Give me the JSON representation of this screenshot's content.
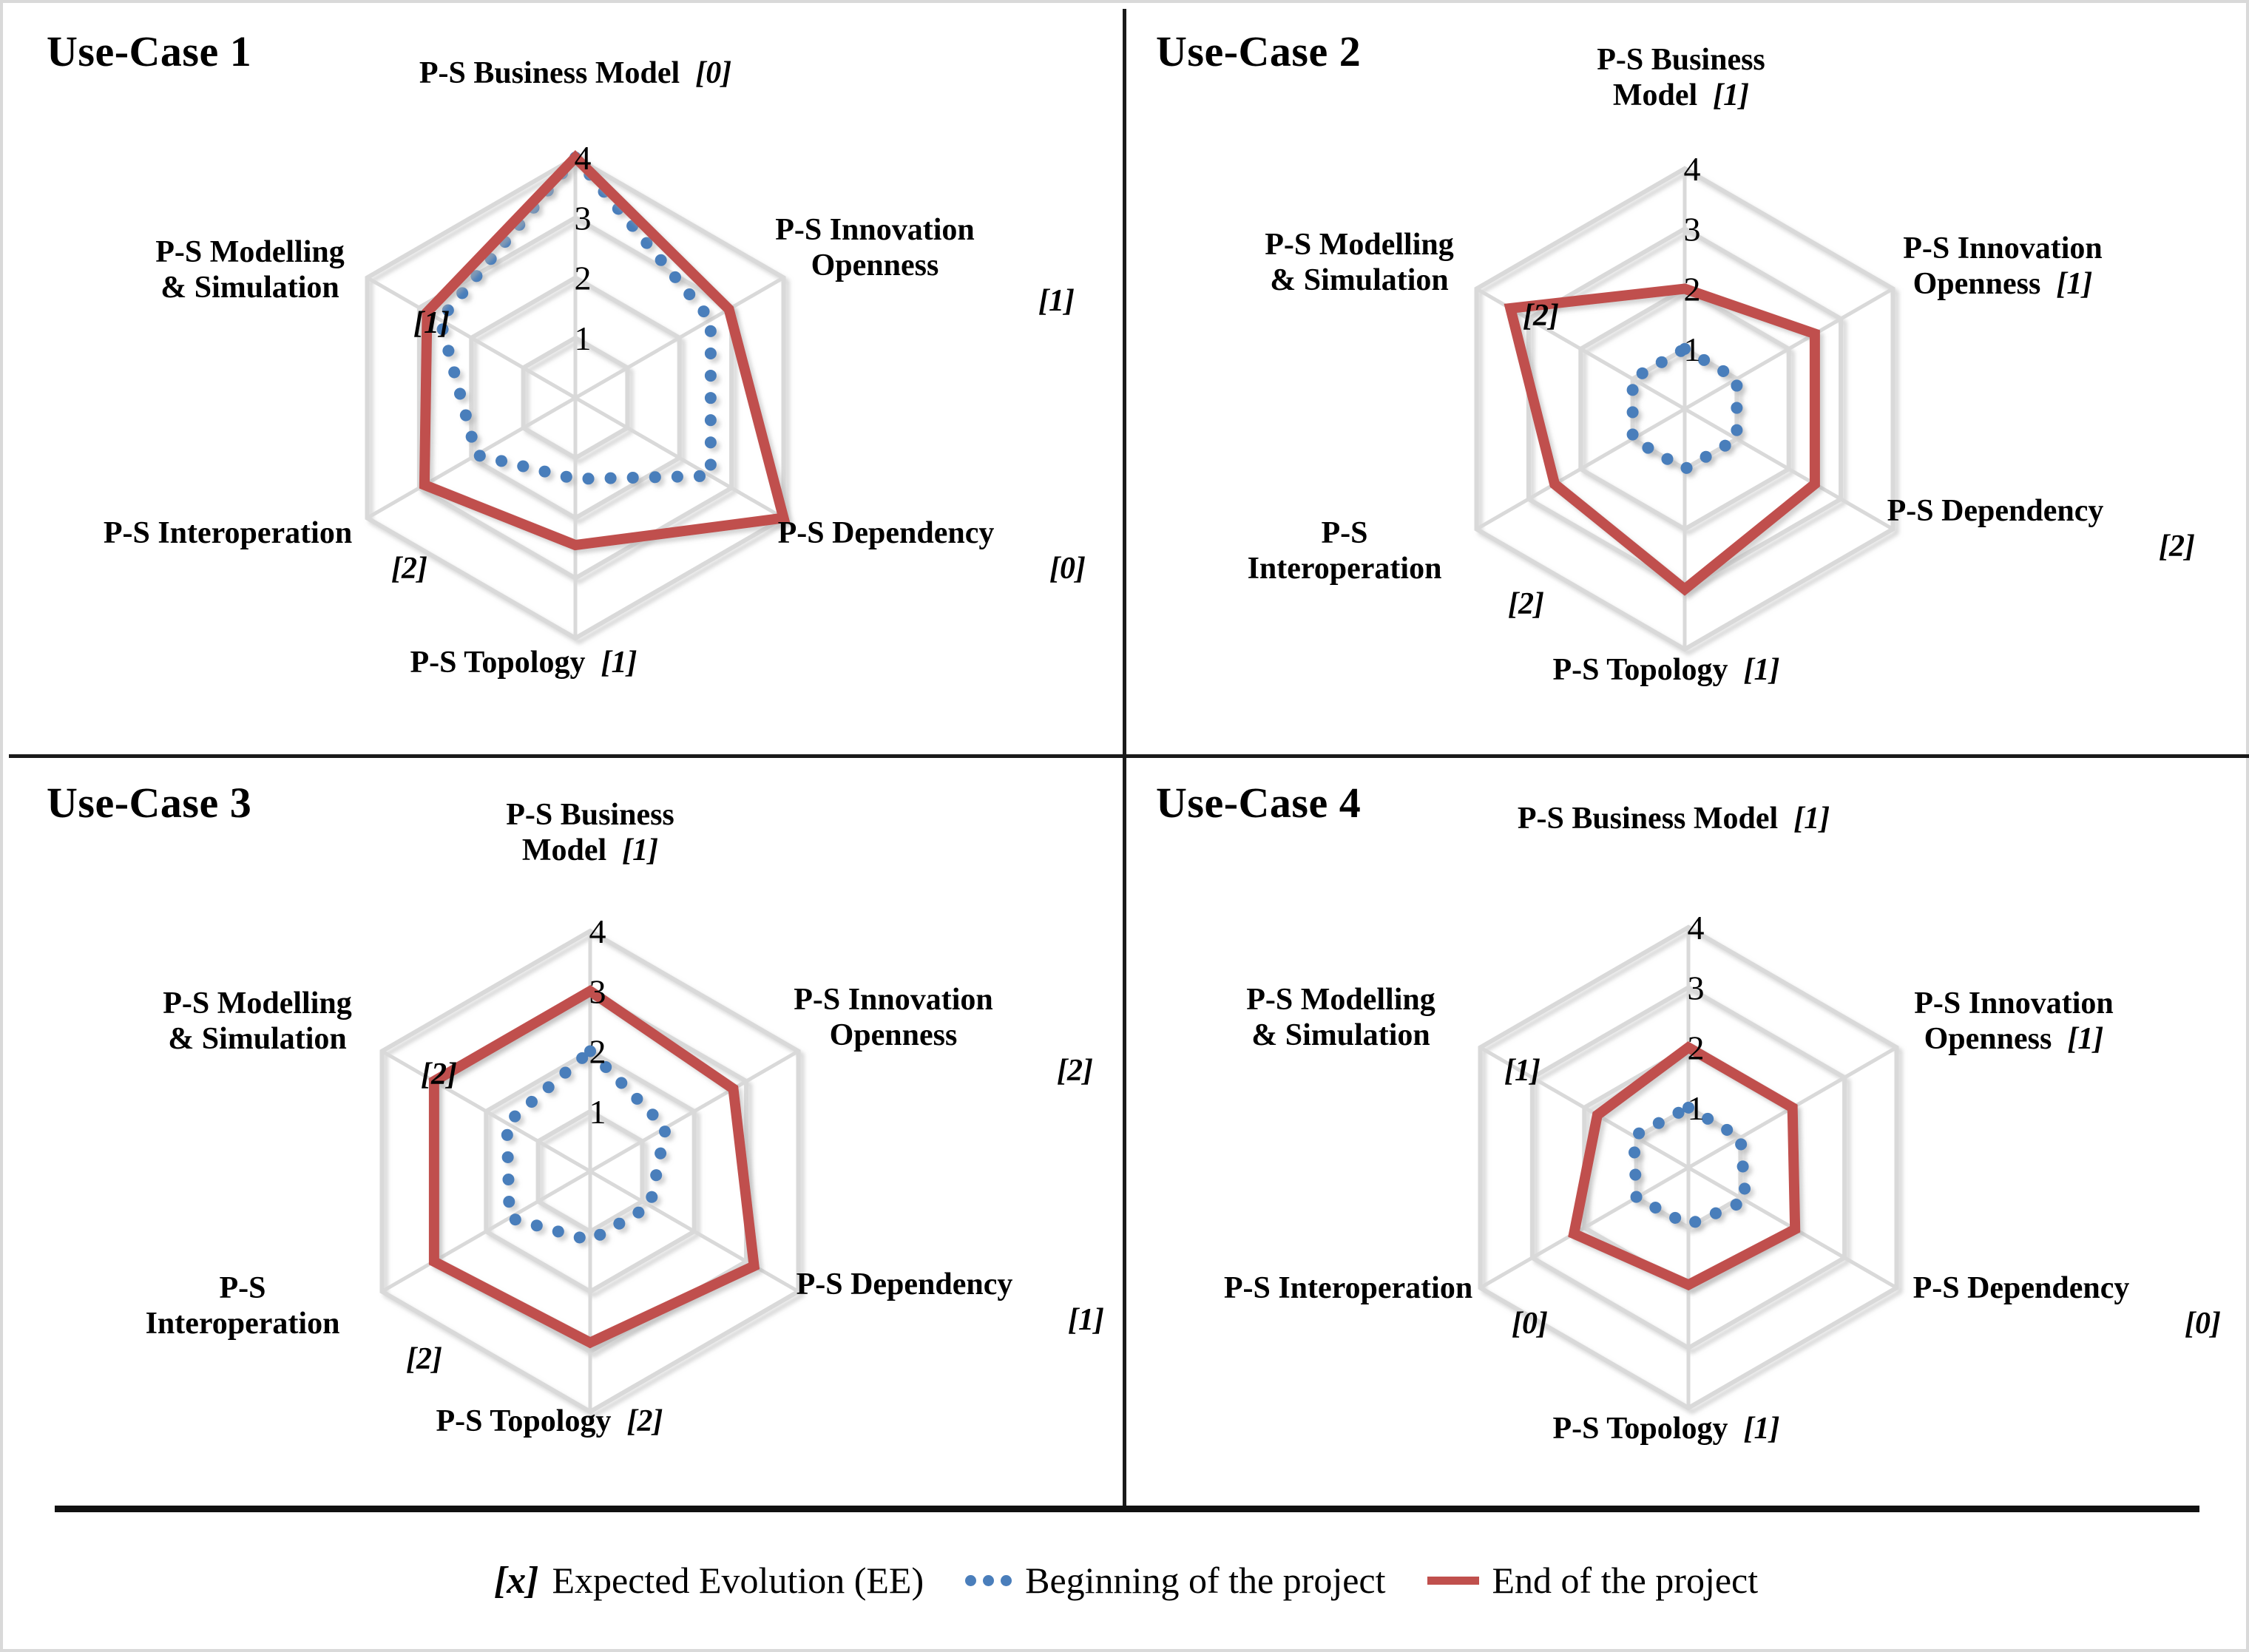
{
  "figure": {
    "axes": [
      "P-S Business Model",
      "P-S Innovation Openness",
      "P-S Dependency",
      "P-S Topology",
      "P-S Interoperation",
      "P-S Modelling\n& Simulation"
    ],
    "tick_labels": [
      "1",
      "2",
      "3",
      "4"
    ],
    "colors": {
      "end_of_project": "#c0504d",
      "beginning_of_project": "#4a7ebb",
      "grid": "#d9d9d9",
      "separator": "#1a1a1a"
    }
  },
  "legend": {
    "ee_marker": "[x]",
    "ee_label": "Expected Evolution (EE)",
    "begin_label": "Beginning of the project",
    "end_label": "End of the project"
  },
  "panels": [
    {
      "title": "Use-Case 1",
      "ee": [
        "[0]",
        "[1]",
        "[0]",
        "[1]",
        "[2]",
        "[1]"
      ],
      "labels": [
        "P-S Business Model",
        "P-S Innovation\nOpenness",
        "P-S Dependency",
        "P-S Topology",
        "P-S Interoperation",
        "P-S Modelling\n& Simulation"
      ]
    },
    {
      "title": "Use-Case 2",
      "ee": [
        "[1]",
        "[1]",
        "[2]",
        "[1]",
        "[2]",
        "[2]"
      ],
      "labels": [
        "P-S Business\nModel",
        "P-S Innovation\nOpenness",
        "P-S Dependency",
        "P-S Topology",
        "P-S\nInteroperation",
        "P-S Modelling\n& Simulation"
      ]
    },
    {
      "title": "Use-Case 3",
      "ee": [
        "[1]",
        "[2]",
        "[1]",
        "[2]",
        "[2]",
        "[2]"
      ],
      "labels": [
        "P-S Business\nModel",
        "P-S Innovation\nOpenness",
        "P-S Dependency",
        "P-S Topology",
        "P-S\nInteroperation",
        "P-S Modelling\n& Simulation"
      ]
    },
    {
      "title": "Use-Case 4",
      "ee": [
        "[1]",
        "[1]",
        "[0]",
        "[1]",
        "[0]",
        "[1]"
      ],
      "labels": [
        "P-S Business Model",
        "P-S Innovation\nOpenness",
        "P-S Dependency",
        "P-S Topology",
        "P-S Interoperation",
        "P-S Modelling\n& Simulation"
      ]
    }
  ],
  "chart_data": [
    {
      "type": "radar",
      "title": "Use-Case 1",
      "categories": [
        "P-S Business Model",
        "P-S Innovation Openness",
        "P-S Dependency",
        "P-S Topology",
        "P-S Interoperation",
        "P-S Modelling & Simulation"
      ],
      "rlim": [
        0,
        4
      ],
      "rticks": [
        1,
        2,
        3,
        4
      ],
      "grid": true,
      "legend_position": "bottom",
      "series": [
        {
          "name": "Beginning of the project",
          "values": [
            4,
            2.6,
            2.6,
            1.35,
            1.9,
            2.6
          ]
        },
        {
          "name": "End of the project",
          "values": [
            4,
            2.95,
            4,
            2.45,
            2.9,
            2.85
          ]
        }
      ],
      "expected_evolution": [
        0,
        1,
        0,
        1,
        2,
        1
      ]
    },
    {
      "type": "radar",
      "title": "Use-Case 2",
      "categories": [
        "P-S Business Model",
        "P-S Innovation Openness",
        "P-S Dependency",
        "P-S Topology",
        "P-S Interoperation",
        "P-S Modelling & Simulation"
      ],
      "rlim": [
        0,
        4
      ],
      "rticks": [
        1,
        2,
        3,
        4
      ],
      "grid": true,
      "legend_position": "bottom",
      "series": [
        {
          "name": "Beginning of the project",
          "values": [
            1,
            1,
            1,
            1,
            1,
            1
          ]
        },
        {
          "name": "End of the project",
          "values": [
            2,
            2.5,
            2.5,
            3,
            2.5,
            3.35
          ]
        }
      ],
      "expected_evolution": [
        1,
        1,
        2,
        1,
        2,
        2
      ]
    },
    {
      "type": "radar",
      "title": "Use-Case 3",
      "categories": [
        "P-S Business Model",
        "P-S Innovation Openness",
        "P-S Dependency",
        "P-S Topology",
        "P-S Interoperation",
        "P-S Modelling & Simulation"
      ],
      "rlim": [
        0,
        4
      ],
      "rticks": [
        1,
        2,
        3,
        4
      ],
      "grid": true,
      "legend_position": "bottom",
      "series": [
        {
          "name": "Beginning of the project",
          "values": [
            2,
            1.45,
            1.15,
            1.15,
            1.55,
            1.6
          ]
        },
        {
          "name": "End of the project",
          "values": [
            3,
            2.75,
            3.15,
            2.85,
            3,
            3
          ]
        }
      ],
      "expected_evolution": [
        1,
        2,
        1,
        2,
        2,
        2
      ]
    },
    {
      "type": "radar",
      "title": "Use-Case 4",
      "categories": [
        "P-S Business Model",
        "P-S Innovation Openness",
        "P-S Dependency",
        "P-S Topology",
        "P-S Interoperation",
        "P-S Modelling & Simulation"
      ],
      "rlim": [
        0,
        4
      ],
      "rticks": [
        1,
        2,
        3,
        4
      ],
      "grid": true,
      "legend_position": "bottom",
      "series": [
        {
          "name": "Beginning of the project",
          "values": [
            1,
            1,
            1.1,
            0.95,
            1.0,
            1.05
          ]
        },
        {
          "name": "End of the project",
          "values": [
            2,
            2,
            2.05,
            1.95,
            2.2,
            1.75
          ]
        }
      ],
      "expected_evolution": [
        1,
        1,
        0,
        1,
        0,
        1
      ]
    }
  ]
}
